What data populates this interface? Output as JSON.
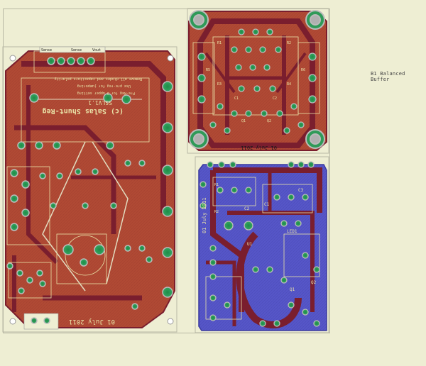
{
  "side_label": "B1 Balanced Buffer",
  "left_board": {
    "header_left": "Sense",
    "header_mid": "Sense",
    "header_right": "Vout",
    "title": "(c) Salas Shunt-Reg",
    "version": "SSLV1.1",
    "note1": "Pre-Reg for 3 upper setting",
    "note2": "Use pre-reg for jumpering",
    "note3": "Remove all diodes and capacitors polarity",
    "date": "01 July 2011"
  },
  "top_right_board": {
    "date": "01 July 2011",
    "labels": [
      "R1",
      "R2",
      "R3",
      "R4",
      "R5",
      "R6",
      "C1",
      "C2",
      "Q1",
      "Q2"
    ]
  },
  "bottom_right_board": {
    "date": "01 July 2011",
    "labels": [
      "R1",
      "R2",
      "C1",
      "C2",
      "C3",
      "LED1",
      "U1",
      "Q1",
      "Q2"
    ]
  },
  "colors": {
    "background": "#eeeed3",
    "copper_top": "#b04a34",
    "copper_trace": "#7a1e2e",
    "copper_bottom": "#5555cc",
    "pad": "#2f9a58",
    "pad_ring": "#b8b8b8"
  }
}
